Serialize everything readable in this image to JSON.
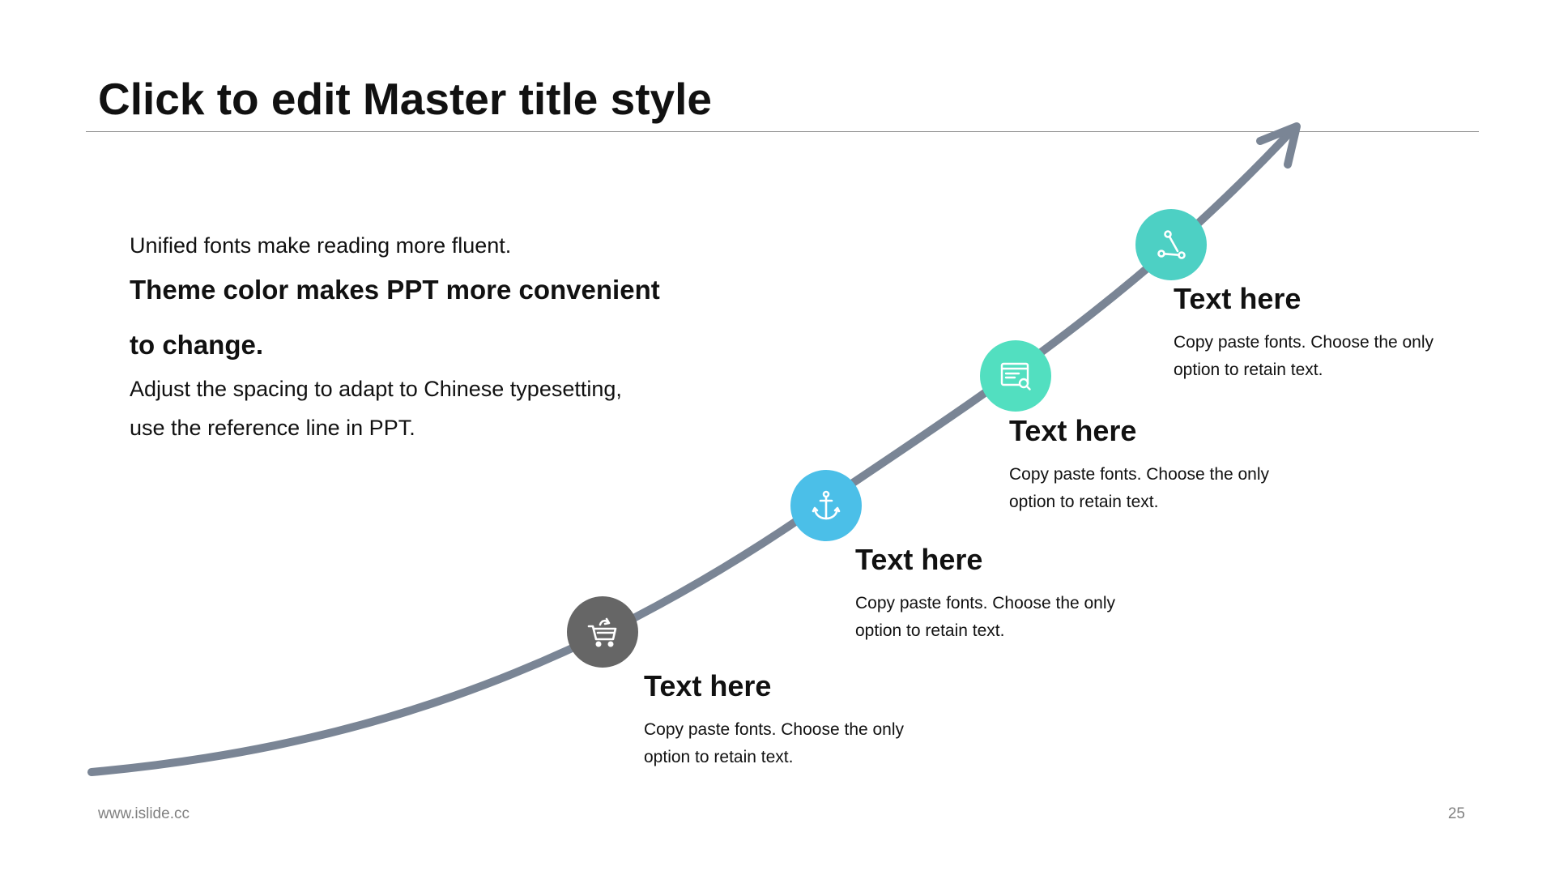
{
  "title": "Click to edit Master title style",
  "intro": {
    "line1": "Unified fonts make reading more fluent.",
    "bold_line1": "Theme color makes PPT more convenient",
    "bold_line2": "to change.",
    "line3": "Adjust the spacing to adapt to Chinese typesetting,",
    "line4": "use the reference line in PPT."
  },
  "steps": [
    {
      "icon": "cart-icon",
      "color": "#666666",
      "title": "Text here",
      "desc1": "Copy paste fonts. Choose the only",
      "desc2": "option to retain text."
    },
    {
      "icon": "anchor-icon",
      "color": "#4bbfe8",
      "title": "Text here",
      "desc1": "Copy paste fonts. Choose the only",
      "desc2": "option to retain text."
    },
    {
      "icon": "browser-search-icon",
      "color": "#52dfc0",
      "title": "Text here",
      "desc1": "Copy paste fonts. Choose the only",
      "desc2": "option to retain text."
    },
    {
      "icon": "share-icon",
      "color": "#4dd0c4",
      "title": "Text here",
      "desc1": "Copy paste fonts. Choose the only",
      "desc2": "option to retain text."
    }
  ],
  "curve_color": "#7a8595",
  "footer": {
    "website": "www.islide.cc",
    "page_number": "25"
  }
}
